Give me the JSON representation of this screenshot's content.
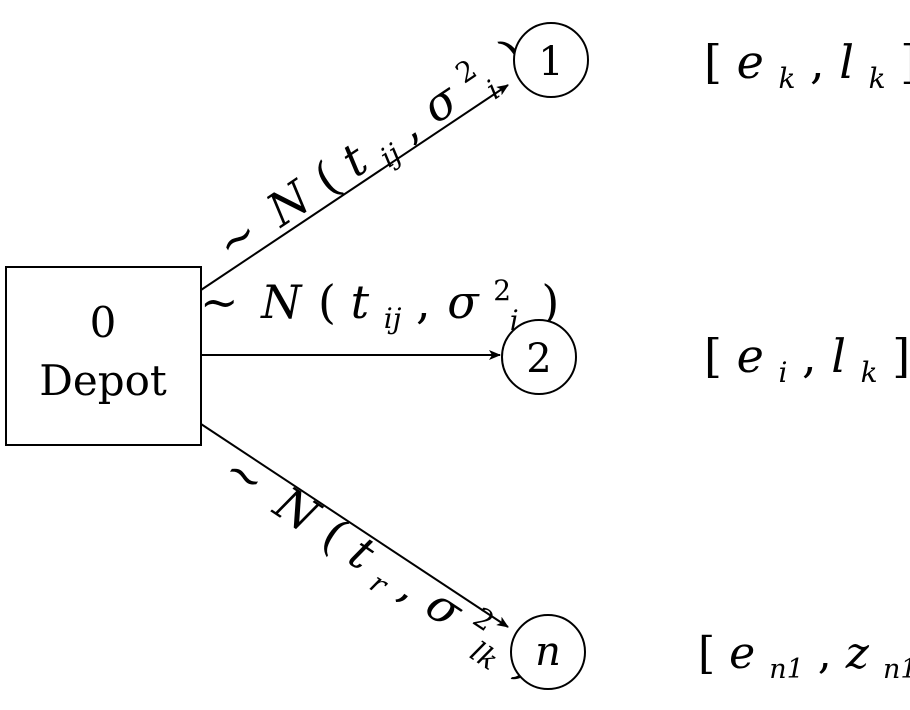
{
  "depot": {
    "number": "0",
    "label": "Depot"
  },
  "nodes": [
    {
      "id": "1",
      "window": {
        "open": "[",
        "a": "e",
        "a_sub": "k",
        "sep": ", ",
        "b": "l",
        "b_sub": "k",
        "close": "]"
      }
    },
    {
      "id": "2",
      "window": {
        "open": "[",
        "a": "e",
        "a_sub": "i",
        "sep": ", ",
        "b": "l",
        "b_sub": "k",
        "close": "]"
      }
    },
    {
      "id": "n",
      "window": {
        "open": "[",
        "a": "e",
        "a_sub": "n1",
        "sep": ", ",
        "b": "z",
        "b_sub": "n1",
        "close": "]"
      }
    }
  ],
  "edges": [
    {
      "to": "1",
      "label": {
        "tilde": "~",
        "dist": "N",
        "open": "(",
        "t": "t",
        "t_sub": "ij",
        "comma": ",",
        "sigma": "σ",
        "sigma_sup": "2",
        "sigma_sub": "i",
        "close": ")"
      }
    },
    {
      "to": "2",
      "label": {
        "tilde": "~",
        "dist": "N",
        "open": "(",
        "t": "t",
        "t_sub": "ij",
        "comma": ",",
        "sigma": "σ",
        "sigma_sup": "2",
        "sigma_sub": "i",
        "close": ")"
      }
    },
    {
      "to": "n",
      "label": {
        "tilde": "~",
        "dist": "N",
        "open": "(",
        "t": "t",
        "t_sub": "r",
        "comma": ",",
        "sigma": "σ",
        "sigma_sup": "2",
        "sigma_sub": "lk",
        "close": ")"
      }
    }
  ]
}
